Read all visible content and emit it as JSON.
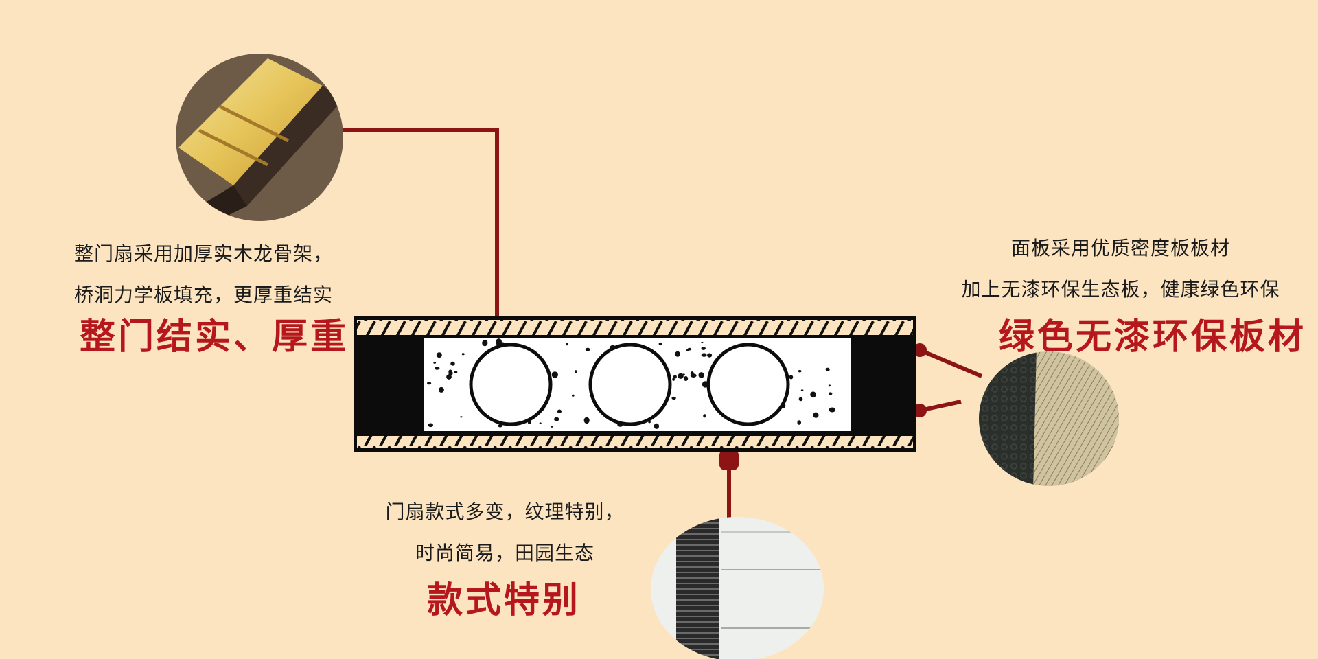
{
  "colors": {
    "background": "#fce4c1",
    "accent_red": "#b6171c",
    "line_red": "#8c1414",
    "text_dark": "#1b1b1b"
  },
  "left_callout": {
    "line1": "整门扇采用加厚实木龙骨架，",
    "line2": "桥洞力学板填充，更厚重结实",
    "headline": "整门结实、厚重"
  },
  "right_callout": {
    "line1": "面板采用优质密度板板材",
    "line2": "加上无漆环保生态板，健康绿色环保",
    "headline": "绿色无漆环保板材"
  },
  "bottom_callout": {
    "line1": "门扇款式多变，纹理特别，",
    "line2": "时尚简易，田园生态",
    "headline": "款式特别"
  }
}
